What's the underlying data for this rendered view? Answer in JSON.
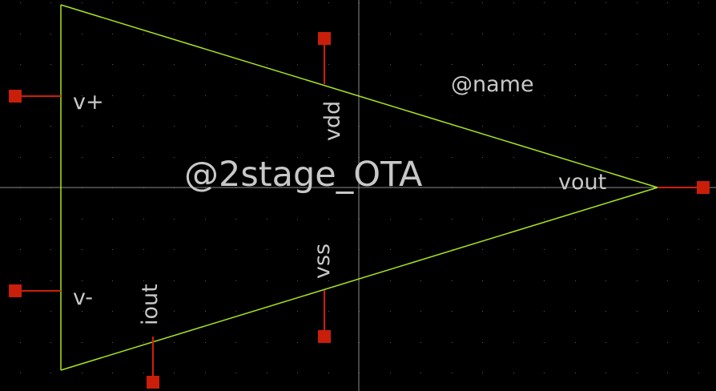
{
  "symbol": {
    "title": "@2stage_OTA",
    "name": "@name",
    "pins": {
      "vplus": "v+",
      "vminus": "v-",
      "vdd": "vdd",
      "vss": "vss",
      "vout": "vout",
      "iout": "iout"
    }
  },
  "colors": {
    "background": "#000000",
    "grid_dot": "#5a5a5a",
    "axis_line": "#8a8a8a",
    "body_outline": "#a8e61e",
    "pin_wire": "#d01e0a",
    "pin_square": "#c81e0a",
    "text": "#c8c8c8"
  }
}
